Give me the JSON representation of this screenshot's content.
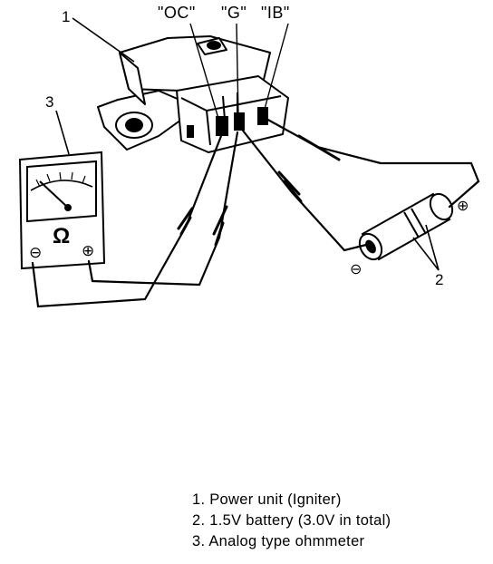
{
  "callouts": {
    "power_unit": "1",
    "battery": "2",
    "ohmmeter": "3"
  },
  "terminals": [
    "\"OC\"",
    "\"G\"",
    "\"IB\""
  ],
  "meter": {
    "omega": "Ω",
    "neg": "⊖",
    "pos": "⊕"
  },
  "battery": {
    "neg": "⊖",
    "pos": "⊕"
  },
  "legend": [
    "1. Power unit (Igniter)",
    "2. 1.5V battery (3.0V in total)",
    "3. Analog type ohmmeter"
  ]
}
